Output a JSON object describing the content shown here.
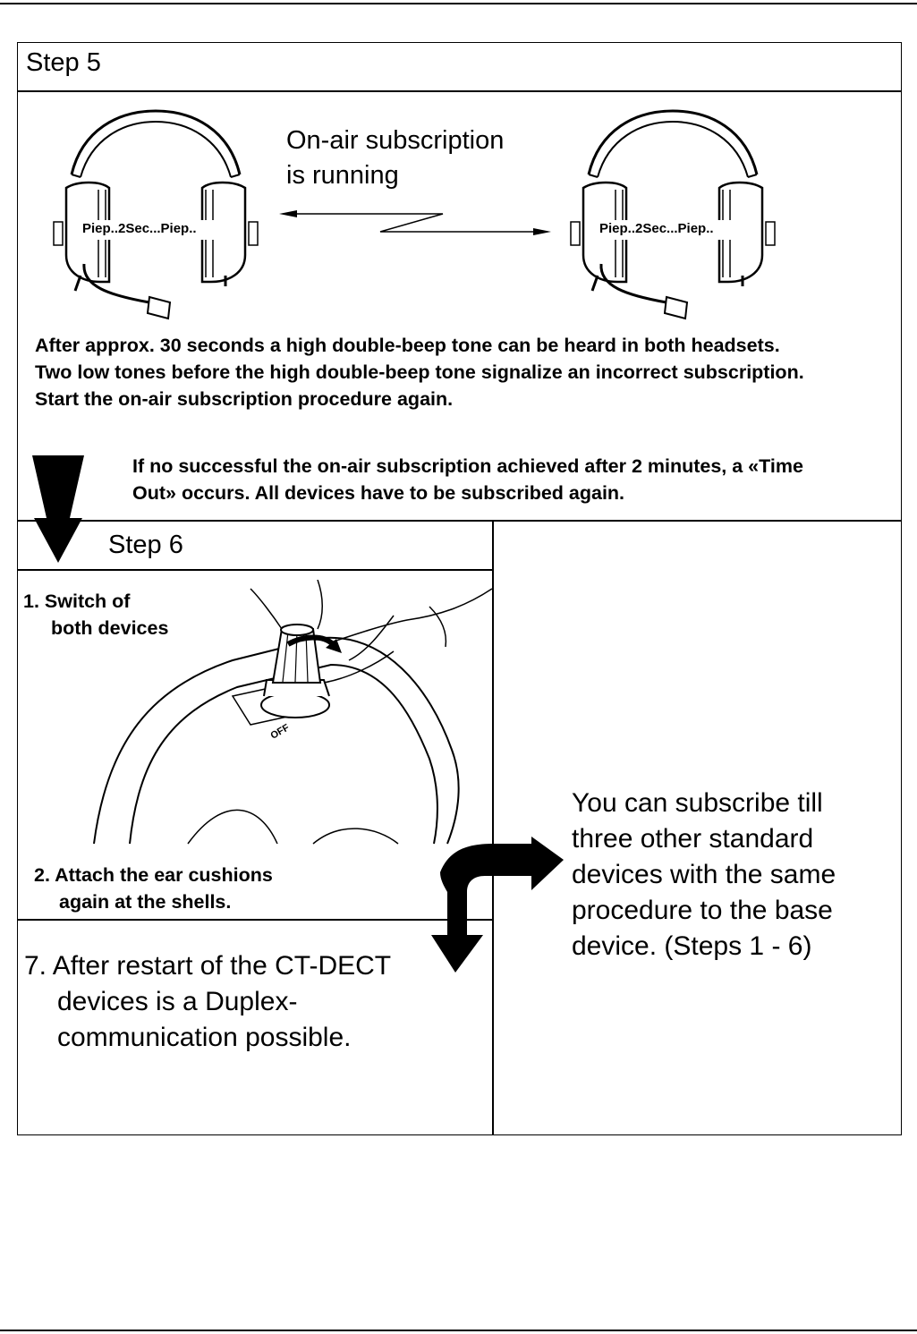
{
  "step5": {
    "title": "Step 5",
    "caption_line1": "On-air subscription",
    "caption_line2": "is running",
    "headset_left_label": "Piep..2Sec...Piep..",
    "headset_right_label": "Piep..2Sec...Piep..",
    "paragraph": "After approx. 30 seconds a high double-beep tone can be heard in both headsets. Two low tones before the high double-beep tone signalize  an incorrect subscription. Start the on-air subscription procedure again.",
    "timeout_note": "If no successful the on-air subscription achieved after 2 minutes, a «Time Out» occurs. All devices have to be subscribed again."
  },
  "step6": {
    "title": "Step 6",
    "instruction1_line1": "1. Switch of",
    "instruction1_line2": "both devices",
    "knob_label": "OFF",
    "instruction2_line1": "2. Attach the ear cushions",
    "instruction2_line2": "again at the shells."
  },
  "step7": {
    "line1": "7. After restart of the CT-DECT",
    "line2": "devices is a Duplex-",
    "line3": "communication possible."
  },
  "side_note": "You can subscribe till three other standard devices with the same procedure to the base device. (Steps 1 - 6)"
}
